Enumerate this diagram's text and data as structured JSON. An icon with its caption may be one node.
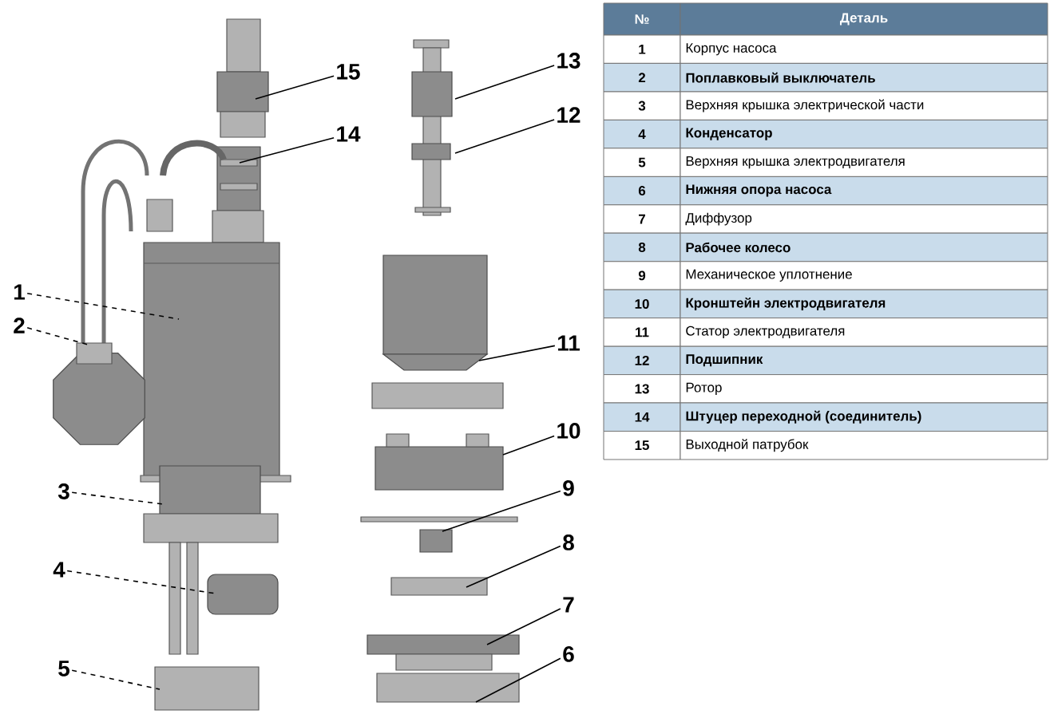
{
  "diagram": {
    "nodes": [
      {
        "text": [
          "1"
        ]
      },
      {
        "text": [
          "2"
        ]
      },
      {
        "text": [
          "3"
        ]
      },
      {
        "text": [
          "4"
        ]
      },
      {
        "text": [
          "5"
        ]
      },
      {
        "text": [
          "6"
        ]
      },
      {
        "text": [
          "7"
        ]
      },
      {
        "text": [
          "8"
        ]
      },
      {
        "text": [
          "9"
        ]
      },
      {
        "text": [
          "10"
        ]
      },
      {
        "text": [
          "11"
        ]
      },
      {
        "text": [
          "12"
        ]
      },
      {
        "text": [
          "13"
        ]
      },
      {
        "text": [
          "14"
        ]
      },
      {
        "text": [
          "15"
        ]
      }
    ],
    "edges": [
      {
        "from": 0,
        "to": null,
        "arrow": "none",
        "style": "dashed"
      },
      {
        "from": 1,
        "to": null,
        "arrow": "none",
        "style": "dashed"
      },
      {
        "from": 2,
        "to": null,
        "arrow": "none",
        "style": "dashed"
      },
      {
        "from": 3,
        "to": null,
        "arrow": "none",
        "style": "dashed"
      },
      {
        "from": 4,
        "to": null,
        "arrow": "none",
        "style": "dashed"
      },
      {
        "from": 5,
        "to": null,
        "arrow": "none"
      },
      {
        "from": 6,
        "to": null,
        "arrow": "none"
      },
      {
        "from": 7,
        "to": null,
        "arrow": "none"
      },
      {
        "from": 8,
        "to": null,
        "arrow": "none"
      },
      {
        "from": 9,
        "to": null,
        "arrow": "none"
      },
      {
        "from": 10,
        "to": null,
        "arrow": "none"
      },
      {
        "from": 11,
        "to": null,
        "arrow": "none"
      },
      {
        "from": 12,
        "to": null,
        "arrow": "none"
      },
      {
        "from": 13,
        "to": null,
        "arrow": "none"
      },
      {
        "from": 14,
        "to": null,
        "arrow": "none"
      }
    ],
    "labels": [
      "№",
      "Деталь",
      "1",
      "Корпус насоса",
      "2",
      "Поплавковый выключатель",
      "3",
      "Верхняя крышка электрической части",
      "4",
      "Конденсатор",
      "5",
      "Верхняя крышка электродвигателя",
      "6",
      "Нижняя опора насоса",
      "7",
      "Диффузор",
      "8",
      "Рабочее колесо",
      "9",
      "Механическое уплотнение",
      "10",
      "Кронштейн электродвигателя",
      "11",
      "Статор электродвигателя",
      "12",
      "Подшипник",
      "13",
      "Ротор",
      "14",
      "Штуцер переходной (соединитель)",
      "15",
      "Выходной патрубок"
    ]
  }
}
